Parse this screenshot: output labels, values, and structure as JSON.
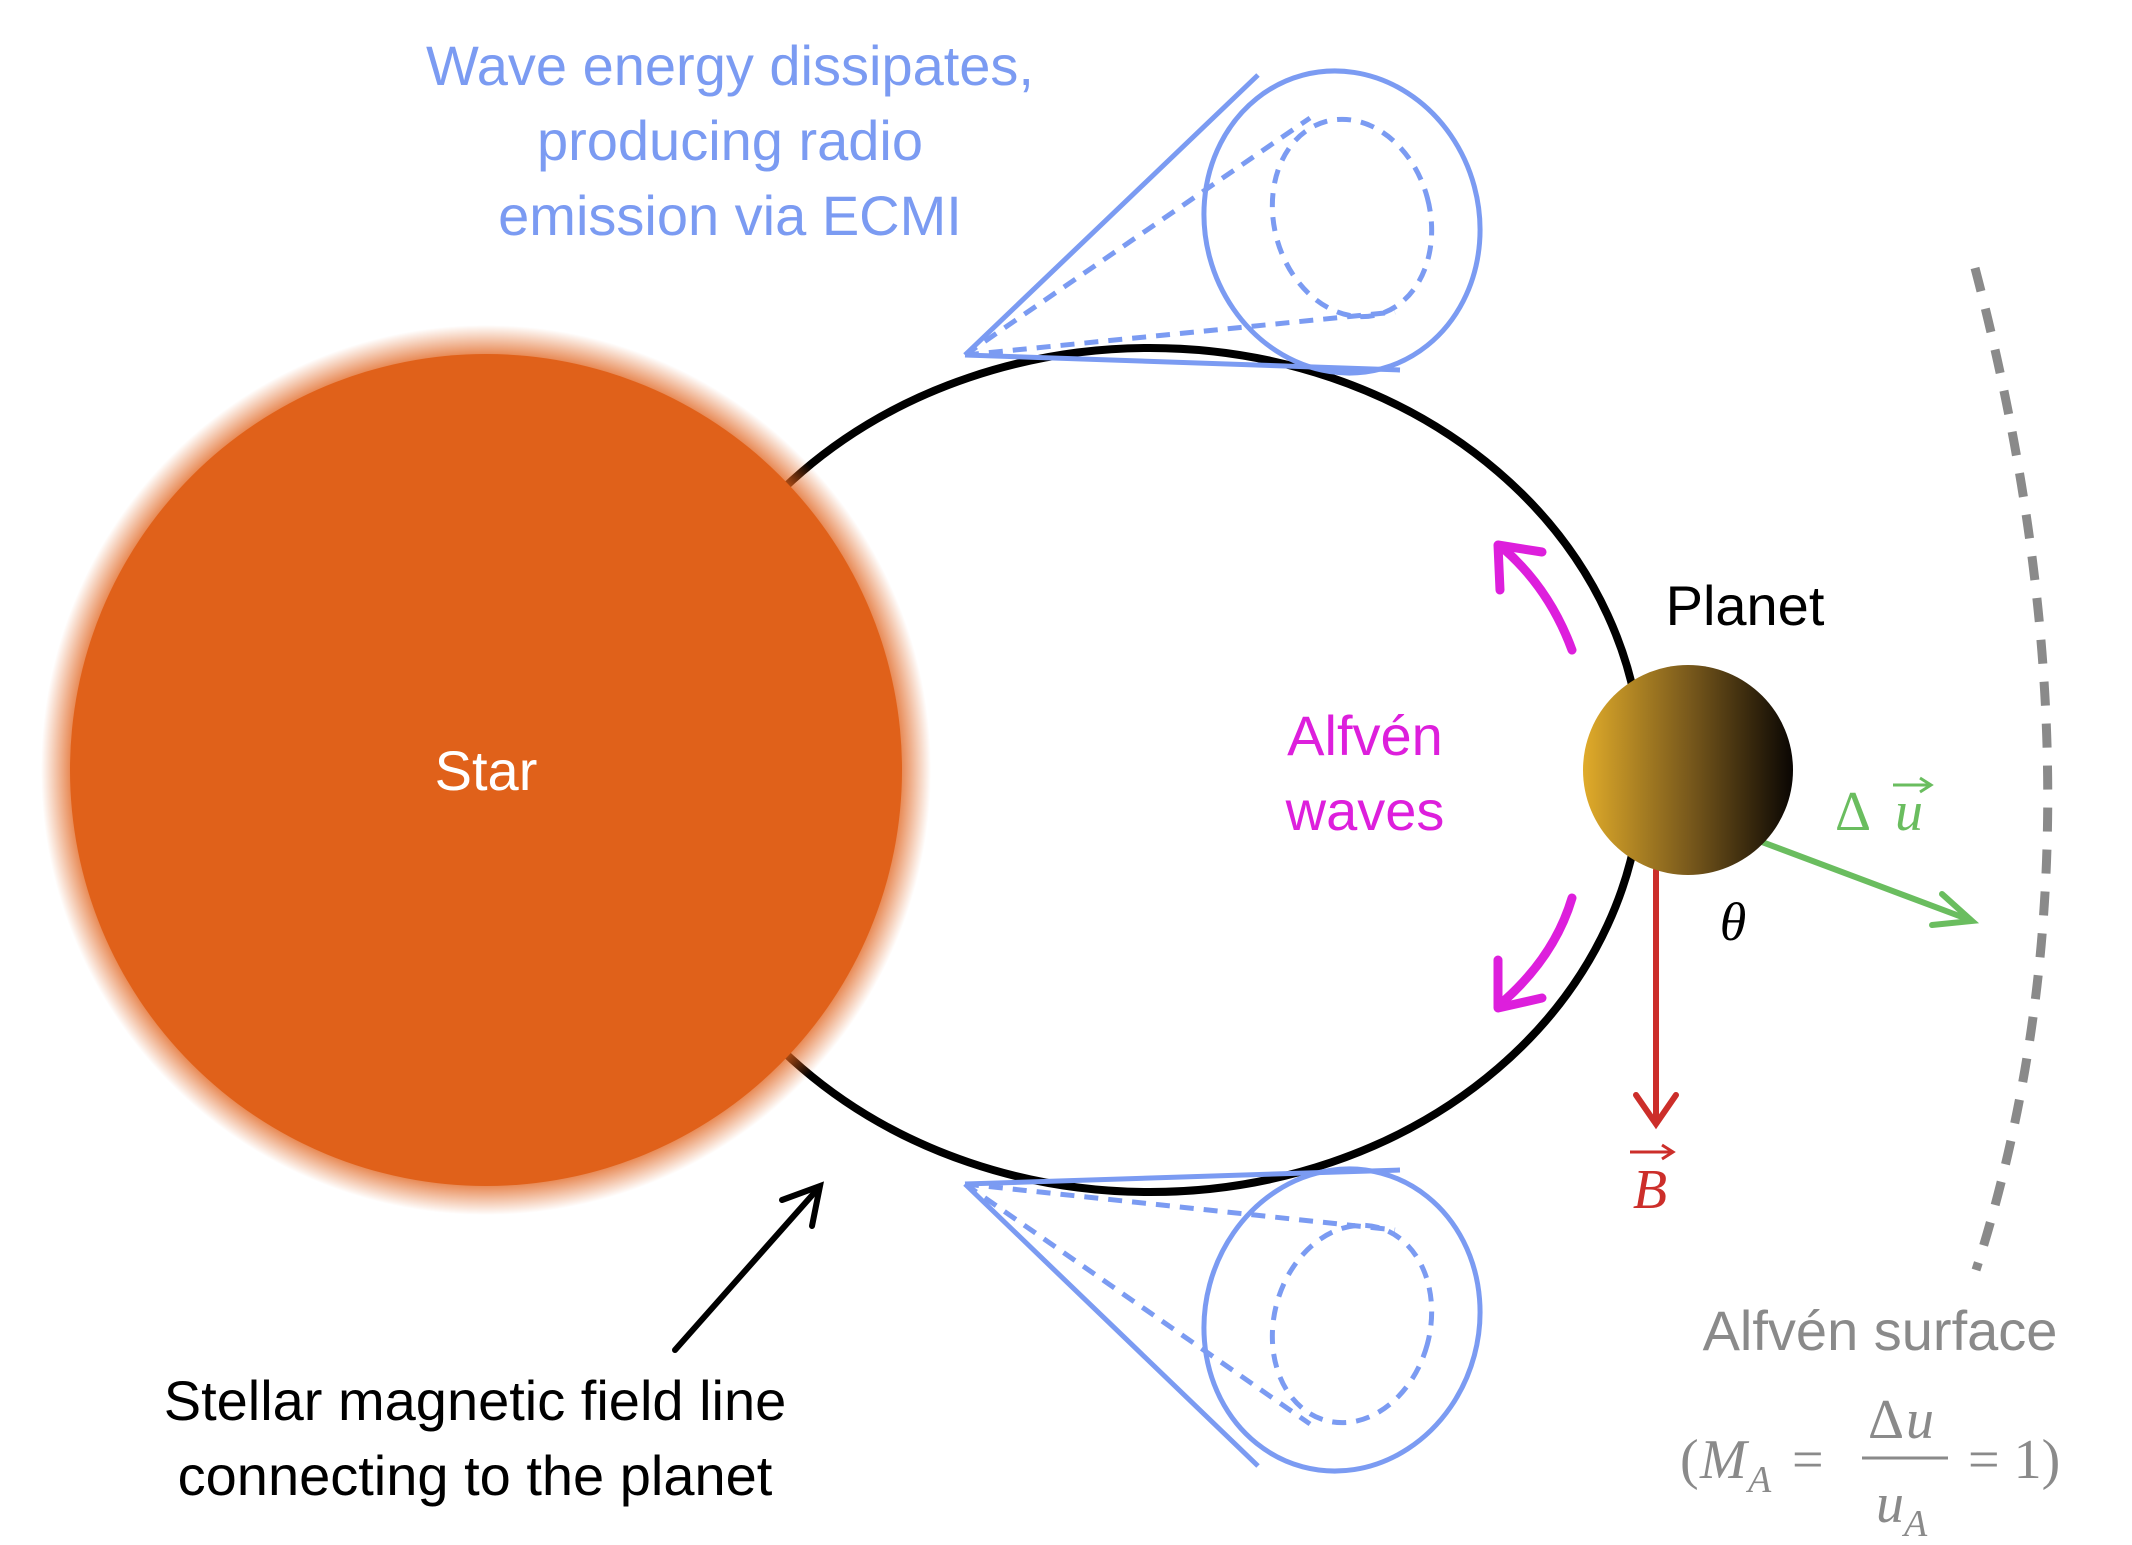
{
  "labels": {
    "star": "Star",
    "planet": "Planet",
    "wave_energy": [
      "Wave energy dissipates,",
      "producing radio",
      "emission via ECMI"
    ],
    "alfven_waves": [
      "Alfvén",
      "waves"
    ],
    "field_line": [
      "Stellar magnetic field line",
      "connecting to the planet"
    ],
    "alfven_surface": "Alfvén surface",
    "theta": "θ",
    "delta": "Δ",
    "u": "u",
    "b": "B",
    "formula": {
      "open": "(",
      "m": "M",
      "sub_a": "A",
      "eq1": "=",
      "num_delta": "Δ",
      "num_u": "u",
      "den_u": "u",
      "den_sub": "A",
      "eq2": "= 1)"
    }
  },
  "colors": {
    "star": "#e0611a",
    "cone": "#7b9bf2",
    "alfven_waves": "#dd1fdc",
    "delta_u": "#6abd5f",
    "b_field": "#cc2e2a",
    "surface": "#8a8a8a",
    "field_line": "#000000",
    "planet_light": "#e0ab2a",
    "planet_dark": "#0a0603"
  }
}
